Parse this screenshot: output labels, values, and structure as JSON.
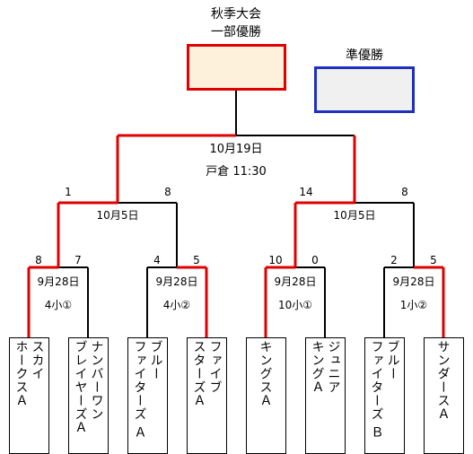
{
  "title": {
    "line1": "秋季大会",
    "line2": "一部優勝"
  },
  "runner_up": {
    "label": "準優勝"
  },
  "final": {
    "date": "10月19日",
    "venue": "戸倉 11:30"
  },
  "semis": [
    {
      "date": "10月5日",
      "score_left": "1",
      "score_right": "8"
    },
    {
      "date": "10月5日",
      "score_left": "14",
      "score_right": "8"
    }
  ],
  "quarters": [
    {
      "date": "9月28日",
      "venue": "4小①",
      "score_left": "8",
      "score_right": "7"
    },
    {
      "date": "9月28日",
      "venue": "4小②",
      "score_left": "4",
      "score_right": "5"
    },
    {
      "date": "9月28日",
      "venue": "10小①",
      "score_left": "10",
      "score_right": "0"
    },
    {
      "date": "9月28日",
      "venue": "1小②",
      "score_left": "2",
      "score_right": "5"
    }
  ],
  "teams": [
    {
      "line1": "スカイ",
      "line2": "ホークスＡ"
    },
    {
      "line1": "ナンバーワン",
      "line2": "ブレイヤーズＡ"
    },
    {
      "line1": "ブルー",
      "line2": "ファイターズ Ａ"
    },
    {
      "line1": "ファイブ",
      "line2": "スターズＡ"
    },
    {
      "line1": "",
      "line2": "キングスＡ"
    },
    {
      "line1": "ジュニア",
      "line2": "キングＡ"
    },
    {
      "line1": "ブルー",
      "line2": "ファイターズ Ｂ"
    },
    {
      "line1": "",
      "line2": "サンダースＡ"
    }
  ],
  "colors": {
    "winner_line": "#e00000",
    "champion_border": "#e00000",
    "champion_fill": "#fdf1dc",
    "runner_border": "#1f2fbf",
    "runner_fill": "#f0f0f0",
    "line": "#000000"
  }
}
